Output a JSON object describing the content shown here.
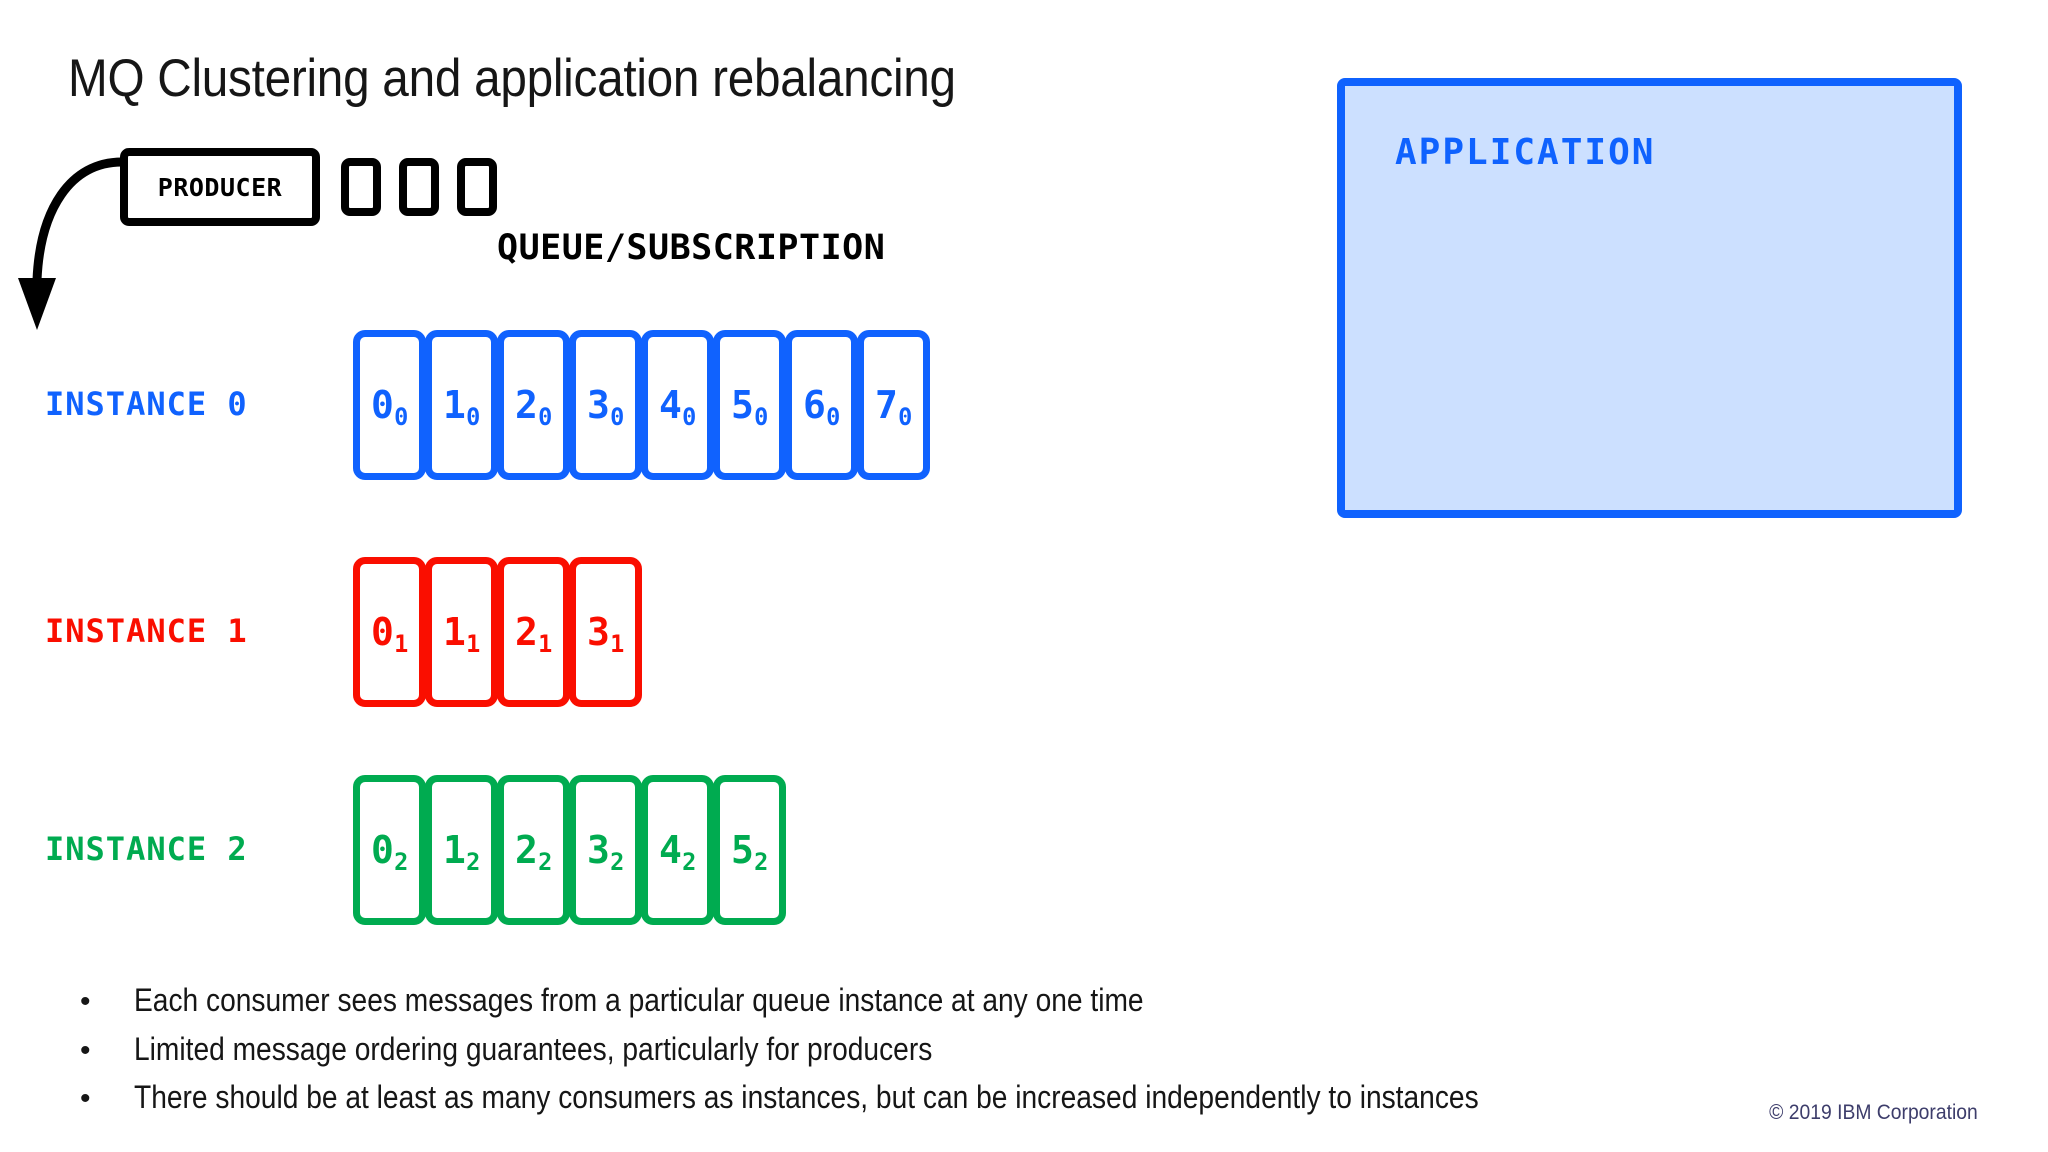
{
  "slide": {
    "title": "MQ Clustering and application rebalancing",
    "background": "#FFFFFF"
  },
  "producer": {
    "label": "PRODUCER",
    "border_color": "#000000",
    "pending_messages": [
      "message-box-1",
      "message-box-2",
      "message-box-3"
    ],
    "arrow_icon": "curved-down-arrow-icon"
  },
  "queue": {
    "label": "QUEUE/SUBSCRIPTION"
  },
  "instances": [
    {
      "label": "INSTANCE 0",
      "color": "#1062FE",
      "cells": [
        {
          "value": "0",
          "sub": "0"
        },
        {
          "value": "1",
          "sub": "0"
        },
        {
          "value": "2",
          "sub": "0"
        },
        {
          "value": "3",
          "sub": "0"
        },
        {
          "value": "4",
          "sub": "0"
        },
        {
          "value": "5",
          "sub": "0"
        },
        {
          "value": "6",
          "sub": "0"
        },
        {
          "value": "7",
          "sub": "0"
        }
      ]
    },
    {
      "label": "INSTANCE 1",
      "color": "#FA0E00",
      "cells": [
        {
          "value": "0",
          "sub": "1"
        },
        {
          "value": "1",
          "sub": "1"
        },
        {
          "value": "2",
          "sub": "1"
        },
        {
          "value": "3",
          "sub": "1"
        }
      ]
    },
    {
      "label": "INSTANCE 2",
      "color": "#00AB50",
      "cells": [
        {
          "value": "0",
          "sub": "2"
        },
        {
          "value": "1",
          "sub": "2"
        },
        {
          "value": "2",
          "sub": "2"
        },
        {
          "value": "3",
          "sub": "2"
        },
        {
          "value": "4",
          "sub": "2"
        },
        {
          "value": "5",
          "sub": "2"
        }
      ]
    }
  ],
  "application": {
    "label": "APPLICATION",
    "fill_color": "#CCE0FF",
    "border_color": "#0F62FE",
    "text_color": "#0F62FE"
  },
  "bullets": {
    "marker": "•",
    "items": [
      "Each consumer sees messages from a particular queue instance at any one time",
      "Limited message ordering guarantees, particularly for producers",
      "There should be at least as many consumers as instances, but can be increased independently to instances"
    ]
  },
  "footer": {
    "copyright": "© 2019 IBM Corporation",
    "color": "#3D3D6B"
  }
}
